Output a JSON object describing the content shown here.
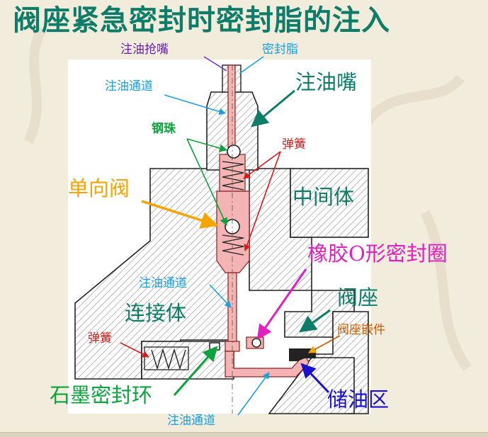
{
  "title": "阀座紧急密封时密封脂的注入",
  "colors": {
    "title": "#0d7d6a",
    "background": "#f1ecdc",
    "body_hatch": "#555555",
    "grease_path": "#f4b4b4",
    "path_outline": "#8b2020",
    "insert": "#2a2a2a"
  },
  "labels": {
    "grease_nozzle": "注油抢嘴",
    "sealing_grease": "密封脂",
    "oil_channel_top": "注油通道",
    "injection_fitting": "注油嘴",
    "steel_ball": "钢珠",
    "spring_upper": "弹簧",
    "check_valve": "单向阀",
    "middle_body": "中间体",
    "rubber_oring": "橡胶O形密封圈",
    "oil_channel_mid": "注油通道",
    "seat": "阀座",
    "connector_body": "连接体",
    "seat_insert": "阀座嵌件",
    "spring_lower": "弹簧",
    "graphite_ring": "石墨密封环",
    "oil_reservoir": "储油区",
    "oil_channel_bottom": "注油通道"
  }
}
